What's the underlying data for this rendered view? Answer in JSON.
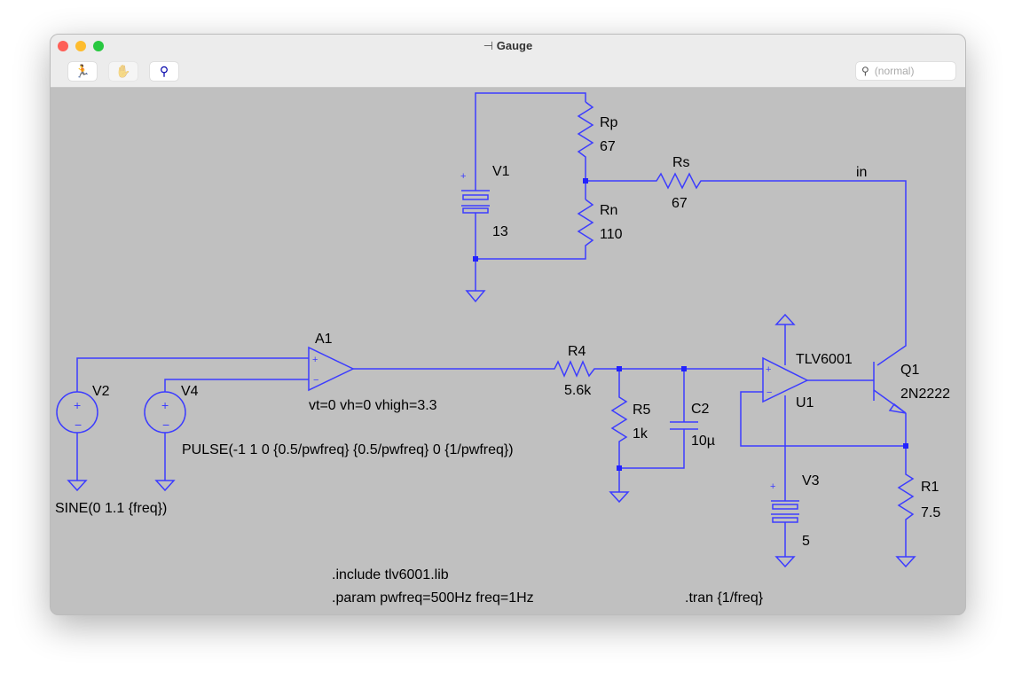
{
  "window": {
    "title": "Gauge",
    "search_placeholder": "(normal)"
  },
  "toolbar": {
    "icons": [
      "run-icon",
      "halt-hand-icon",
      "probe-icon"
    ]
  },
  "colors": {
    "wire": "#3c3cff",
    "background": "#c0c0c0"
  },
  "schematic": {
    "labels": {
      "rp": "Rp",
      "rp_val": "67",
      "v1": "V1",
      "v1_val": "13",
      "rn": "Rn",
      "rn_val": "110",
      "rs": "Rs",
      "rs_val": "67",
      "net_in": "in",
      "a1": "A1",
      "a1_params": "vt=0 vh=0 vhigh=3.3",
      "r4": "R4",
      "r4_val": "5.6k",
      "r5": "R5",
      "r5_val": "1k",
      "c2": "C2",
      "c2_val": "10µ",
      "u1_model": "TLV6001",
      "u1": "U1",
      "q1": "Q1",
      "q1_model": "2N2222",
      "v2": "V2",
      "v4": "V4",
      "v2_val": "SINE(0 1.1 {freq})",
      "v4_val": "PULSE(-1 1 0 {0.5/pwfreq} {0.5/pwfreq} 0 {1/pwfreq})",
      "v3": "V3",
      "v3_val": "5",
      "r1": "R1",
      "r1_val": "7.5"
    },
    "directives": {
      "include": ".include tlv6001.lib",
      "param": ".param pwfreq=500Hz freq=1Hz",
      "tran": ".tran {1/freq}"
    }
  }
}
